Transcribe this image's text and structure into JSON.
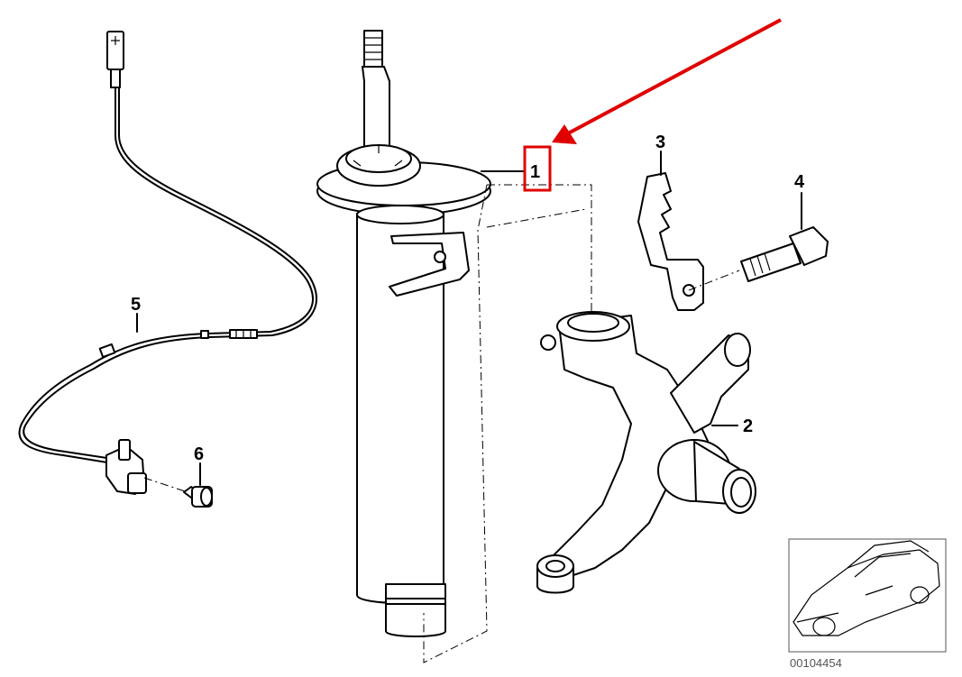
{
  "diagram": {
    "callouts": [
      {
        "id": "1",
        "label": "1"
      },
      {
        "id": "2",
        "label": "2"
      },
      {
        "id": "3",
        "label": "3"
      },
      {
        "id": "4",
        "label": "4"
      },
      {
        "id": "5",
        "label": "5"
      },
      {
        "id": "6",
        "label": "6"
      }
    ],
    "highlight_color": "#e00000",
    "thumbnail": {
      "code": "00104454"
    }
  }
}
